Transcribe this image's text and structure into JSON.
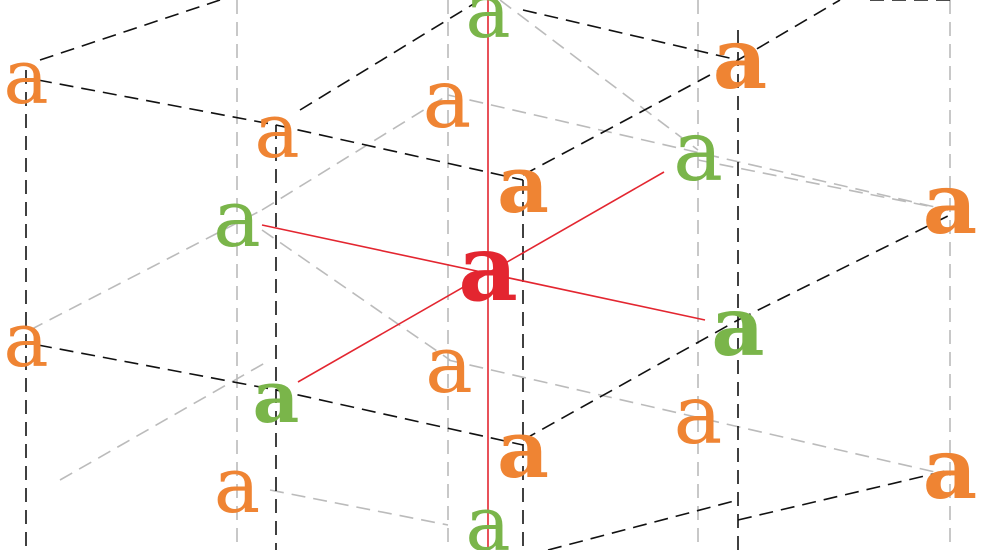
{
  "glyph_text": "a",
  "colors": {
    "center": "#e32630",
    "neighbor": "#7ab54a",
    "lattice": "#ef8433",
    "edge_front": "#111111",
    "edge_back": "#bbbbbb",
    "bond": "#e32630",
    "background": "#ffffff"
  },
  "glyphs": [
    {
      "id": "center",
      "role": "center",
      "weight": "bold"
    },
    {
      "id": "top-green",
      "role": "neighbor",
      "weight": "normal"
    },
    {
      "id": "bottom-green",
      "role": "neighbor",
      "weight": "normal"
    },
    {
      "id": "left-green",
      "role": "neighbor",
      "weight": "normal"
    },
    {
      "id": "right-green",
      "role": "neighbor",
      "weight": "bold"
    },
    {
      "id": "upper-right-green",
      "role": "neighbor",
      "weight": "normal"
    },
    {
      "id": "lower-left-green",
      "role": "neighbor",
      "weight": "bold"
    },
    {
      "id": "back-left-top",
      "role": "lattice",
      "weight": "normal"
    },
    {
      "id": "back-left-bottom",
      "role": "lattice",
      "weight": "normal"
    },
    {
      "id": "left-mid-top",
      "role": "lattice",
      "weight": "normal"
    },
    {
      "id": "back-center-top",
      "role": "lattice",
      "weight": "normal"
    },
    {
      "id": "front-center-top",
      "role": "lattice",
      "weight": "bold"
    },
    {
      "id": "top-right",
      "role": "lattice",
      "weight": "bold"
    },
    {
      "id": "far-right-top",
      "role": "lattice",
      "weight": "bold"
    },
    {
      "id": "back-center-bottom",
      "role": "lattice",
      "weight": "normal"
    },
    {
      "id": "front-center-bottom",
      "role": "lattice",
      "weight": "bold"
    },
    {
      "id": "right-bottom",
      "role": "lattice",
      "weight": "normal"
    },
    {
      "id": "far-right-bottom",
      "role": "lattice",
      "weight": "bold"
    },
    {
      "id": "bottom-left",
      "role": "lattice",
      "weight": "normal"
    }
  ]
}
